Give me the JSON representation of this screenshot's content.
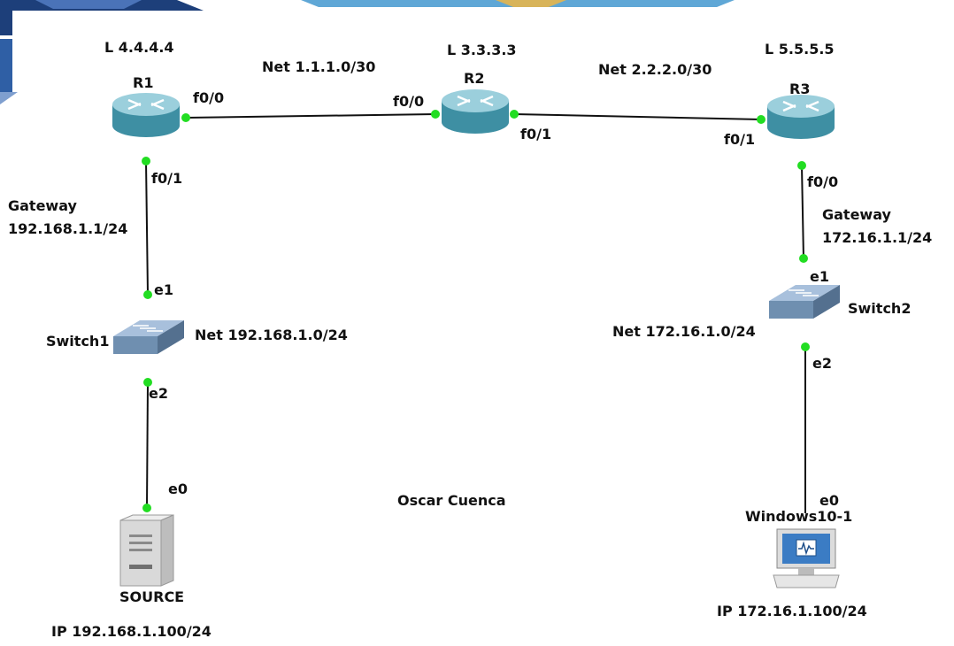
{
  "diagram": {
    "author": "Oscar Cuenca",
    "routers": [
      {
        "name": "R1",
        "loopback": "L 4.4.4.4"
      },
      {
        "name": "R2",
        "loopback": "L 3.3.3.3"
      },
      {
        "name": "R3",
        "loopback": "L 5.5.5.5"
      }
    ],
    "switches": [
      {
        "name": "Switch1"
      },
      {
        "name": "Switch2"
      }
    ],
    "hosts": [
      {
        "name": "SOURCE",
        "ip": "IP 192.168.1.100/24"
      },
      {
        "name": "Windows10-1",
        "ip": "IP 172.16.1.100/24"
      }
    ],
    "networks": {
      "r1_r2": "Net 1.1.1.0/30",
      "r2_r3": "Net 2.2.2.0/30",
      "lan1": "Net 192.168.1.0/24",
      "lan2": "Net 172.16.1.0/24"
    },
    "gateways": {
      "lan1": {
        "title": "Gateway",
        "ip": "192.168.1.1/24"
      },
      "lan2": {
        "title": "Gateway",
        "ip": "172.16.1.1/24"
      }
    },
    "interfaces": {
      "r1_f00": "f0/0",
      "r1_f01": "f0/1",
      "r2_f00": "f0/0",
      "r2_f01": "f0/1",
      "r3_f01": "f0/1",
      "r3_f00": "f0/0",
      "sw1_e1": "e1",
      "sw1_e2": "e2",
      "sw2_e1": "e1",
      "sw2_e2": "e2",
      "source_e0": "e0",
      "win_e0": "e0"
    },
    "colors": {
      "link": "#111111",
      "port_dot": "#22dd22",
      "router_body": "#3e8fa3",
      "router_top": "#9bcfdc",
      "switch_body": "#6f8fb0",
      "switch_top": "#a8c0dc",
      "server_body": "#d9d9d9",
      "pc_screen": "#3b7cc4"
    }
  }
}
